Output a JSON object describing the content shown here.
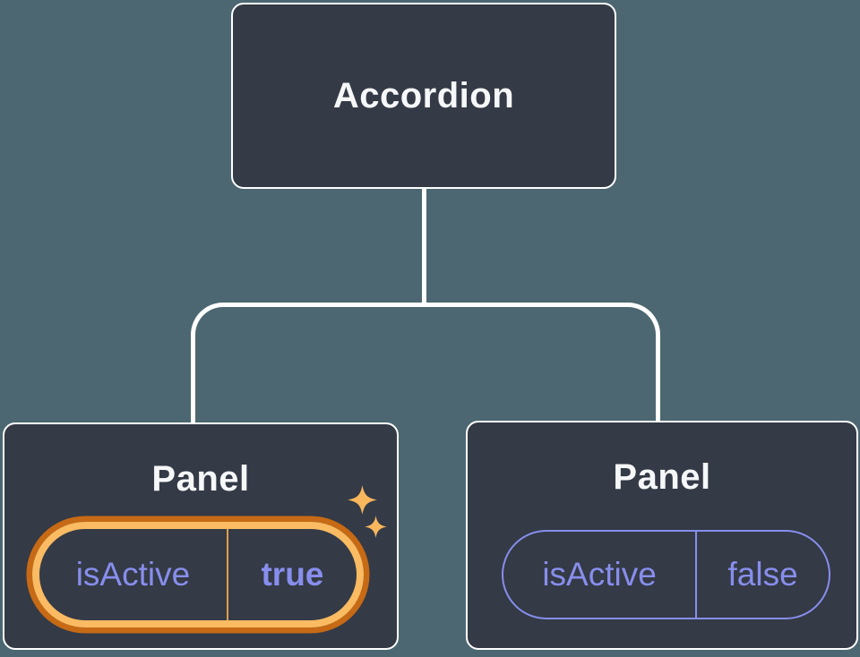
{
  "diagram": {
    "description": "Component tree with state pills",
    "root": {
      "label": "Accordion"
    },
    "children": [
      {
        "label": "Panel",
        "state": {
          "key": "isActive",
          "value": "true"
        },
        "highlighted": true,
        "sparkles": true
      },
      {
        "label": "Panel",
        "state": {
          "key": "isActive",
          "value": "false"
        },
        "highlighted": false,
        "sparkles": false
      }
    ]
  },
  "colors": {
    "bg": "#4C6771",
    "box-fill": "#343A46",
    "box-border": "#FFFFFF",
    "title-text": "#F6F7F9",
    "state-purple": "#878EEC",
    "ring-orange": "#C76A15",
    "ring-gold": "#FABB62",
    "divider-gold": "#DFA04F",
    "sparkle-gold": "#F8B75D"
  }
}
